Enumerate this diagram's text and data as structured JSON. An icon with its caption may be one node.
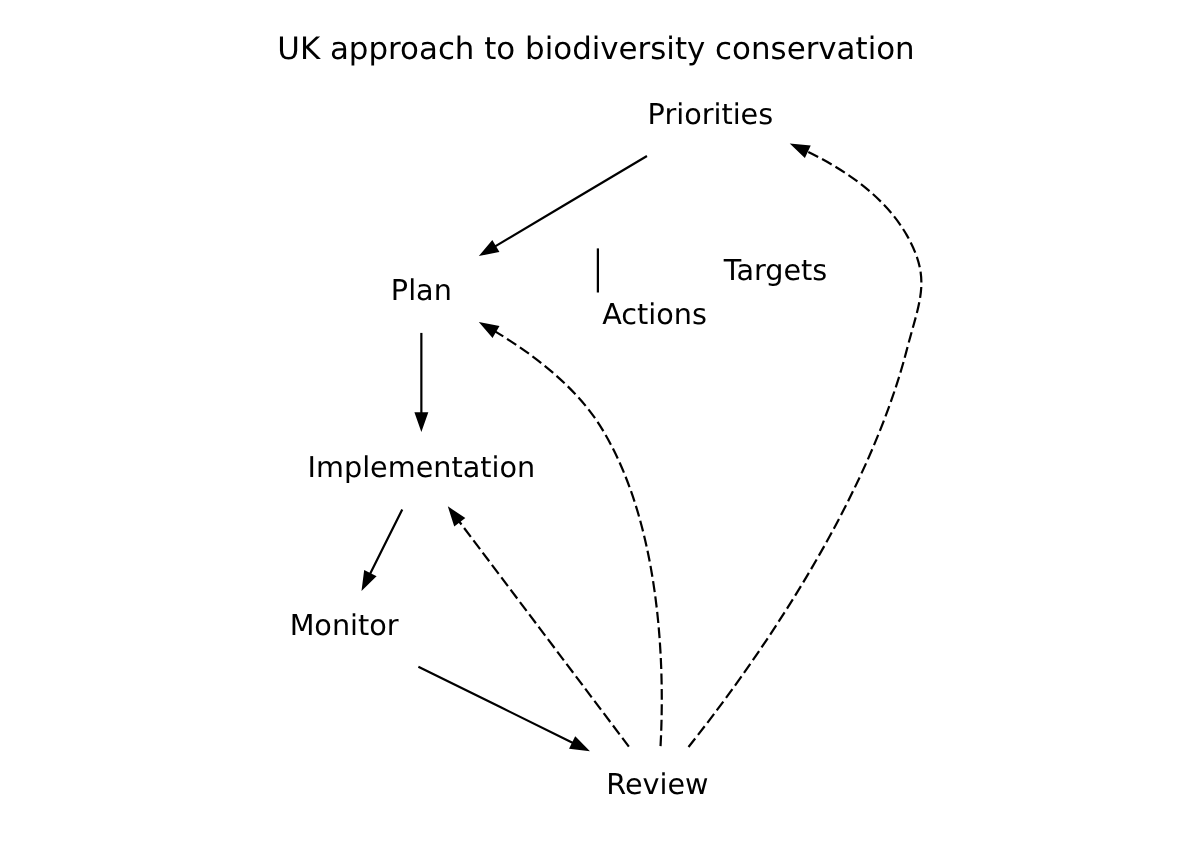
{
  "diagram": {
    "title": "UK approach to biodiversity conservation",
    "nodes": [
      {
        "text": [
          "Priorities"
        ]
      },
      {
        "text": [
          "Plan"
        ],
        "beside": [
          "Targets",
          "Actions"
        ]
      },
      {
        "text": [
          "Implementation"
        ]
      },
      {
        "text": [
          "Monitor"
        ]
      },
      {
        "text": [
          "Review"
        ]
      }
    ],
    "edges": [
      {
        "from": 4,
        "to": 0,
        "arrow": "to",
        "style": "dashed"
      },
      {
        "from": 0,
        "to": 1,
        "arrow": "to"
      },
      {
        "from": 1,
        "to": 2,
        "arrow": "to"
      },
      {
        "from": 2,
        "to": 3,
        "arrow": "to"
      },
      {
        "from": 3,
        "to": 4,
        "arrow": "to"
      },
      {
        "from": 4,
        "to": 1,
        "arrow": "to",
        "style": "dashed"
      },
      {
        "from": 4,
        "to": 2,
        "arrow": "to",
        "style": "dashed"
      }
    ]
  }
}
